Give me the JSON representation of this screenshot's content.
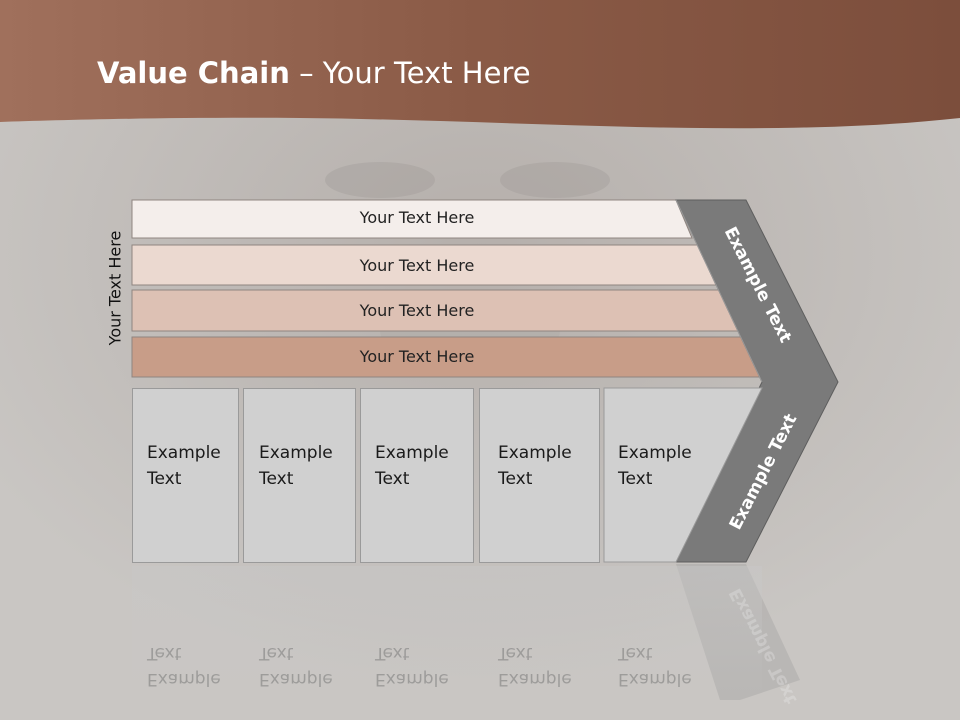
{
  "title": {
    "bold": "Value Chain",
    "rest": " – Your Text Here"
  },
  "side_label": "Your Text Here",
  "rows": [
    {
      "label": "Your Text Here",
      "color": "#f4eeeb"
    },
    {
      "label": "Your Text Here",
      "color": "#ebd9d0"
    },
    {
      "label": "Your Text Here",
      "color": "#ddc1b4"
    },
    {
      "label": "Your Text Here",
      "color": "#c89d88"
    }
  ],
  "columns": [
    {
      "text": "Example\nText"
    },
    {
      "text": "Example\nText"
    },
    {
      "text": "Example\nText"
    },
    {
      "text": "Example\nText"
    },
    {
      "text": "Example\nText"
    }
  ],
  "arrow": {
    "upper": "Example Text",
    "lower": "Example Text",
    "color": "#7a7a7a"
  },
  "colors": {
    "header_band": "#9c6a55",
    "background": "#c9c6c3"
  }
}
